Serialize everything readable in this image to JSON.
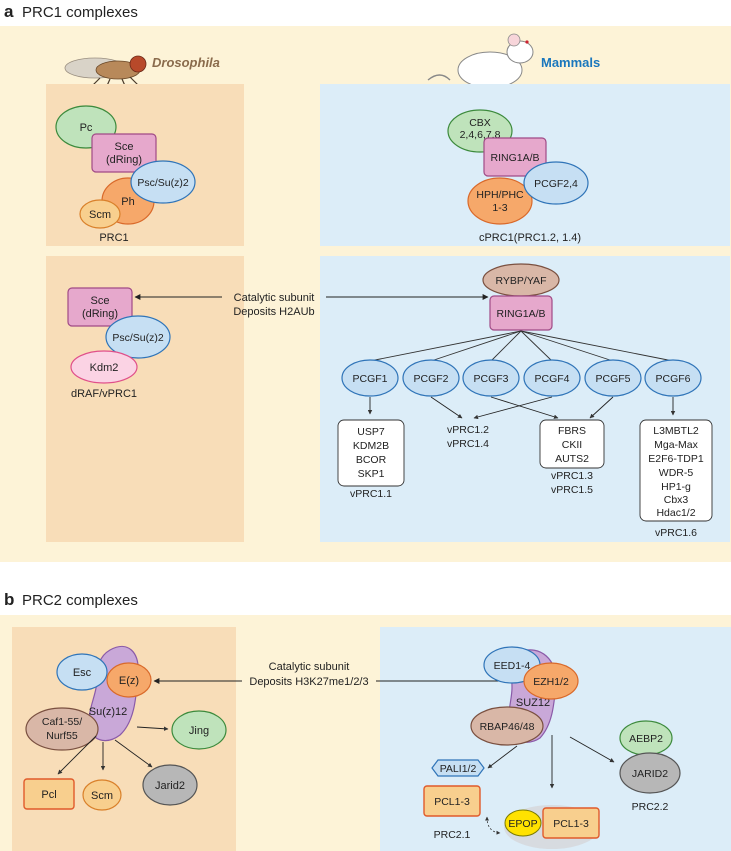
{
  "panel_a": {
    "letter": "a",
    "title": "PRC1 complexes",
    "organism_fly": "Drosophila",
    "organism_mammal": "Mammals",
    "catalytic_line1": "Catalytic subunit",
    "catalytic_line2": "Deposits H2AUb",
    "fly_prc1": {
      "pc": "Pc",
      "sce1": "Sce",
      "sce2": "(dRing)",
      "psc": "Psc/Su(z)2",
      "ph": "Ph",
      "scm": "Scm",
      "caption": "PRC1"
    },
    "fly_draf": {
      "sce1": "Sce",
      "sce2": "(dRing)",
      "psc": "Psc/Su(z)2",
      "kdm2": "Kdm2",
      "caption": "dRAF/vPRC1"
    },
    "cprc1": {
      "cbx1": "CBX",
      "cbx2": "2,4,6,7,8",
      "ring": "RING1A/B",
      "pcgf": "PCGF2,4",
      "hph1": "HPH/PHC",
      "hph2": "1-3",
      "caption": "cPRC1(PRC1.2, 1.4)"
    },
    "vprc1": {
      "rybp": "RYBP/YAF",
      "ring": "RING1A/B",
      "pcgf": [
        "PCGF1",
        "PCGF2",
        "PCGF3",
        "PCGF4",
        "PCGF5",
        "PCGF6"
      ],
      "box1": [
        "USP7",
        "KDM2B",
        "BCOR",
        "SKP1"
      ],
      "box1_caption": "vPRC1.1",
      "mid_label": [
        "vPRC1.2",
        "vPRC1.4"
      ],
      "box3": [
        "FBRS",
        "CKII",
        "AUTS2"
      ],
      "box3_caption": [
        "vPRC1.3",
        "vPRC1.5"
      ],
      "box6": [
        "L3MBTL2",
        "Mga-Max",
        "E2F6-TDP1",
        "WDR-5",
        "HP1-g",
        "Cbx3",
        "Hdac1/2"
      ],
      "box6_caption": "vPRC1.6"
    }
  },
  "panel_b": {
    "letter": "b",
    "title": "PRC2 complexes",
    "catalytic_line1": "Catalytic subunit",
    "catalytic_line2": "Deposits H3K27me1/2/3",
    "fly": {
      "esc": "Esc",
      "ez": "E(z)",
      "suz": "Su(z)12",
      "caf1": "Caf1-55/",
      "caf2": "Nurf55",
      "jing": "Jing",
      "pcl": "Pcl",
      "scm": "Scm",
      "jarid2": "Jarid2"
    },
    "mammal": {
      "eed": "EED1-4",
      "ezh": "EZH1/2",
      "suz": "SUZ12",
      "rbap": "RBAP46/48",
      "aebp2": "AEBP2",
      "jarid2": "JARID2",
      "prc22": "PRC2.2",
      "pali": "PALI1/2",
      "pcl_a": "PCL1-3",
      "prc21": "PRC2.1",
      "epop": "EPOP",
      "pcl_b": "PCL1-3"
    }
  },
  "colors": {
    "panel_bg": "#fdf3d7",
    "fly_box": "#f8ddb8",
    "mammal_box": "#dcedf8",
    "green": "#bfe3bb",
    "pink": "#e6a8cc",
    "blue": "#c6dff3",
    "orange": "#f6a86a",
    "yellow_orange": "#f8cf8e",
    "pink_light": "#fbd3e4",
    "brown": "#d9b7a7",
    "gray": "#b7b7b7",
    "purple": "#c9a8d8",
    "epop_yellow": "#ffe200",
    "title_blue": "#1a77bd",
    "fly_label": "#8a6b4c"
  }
}
